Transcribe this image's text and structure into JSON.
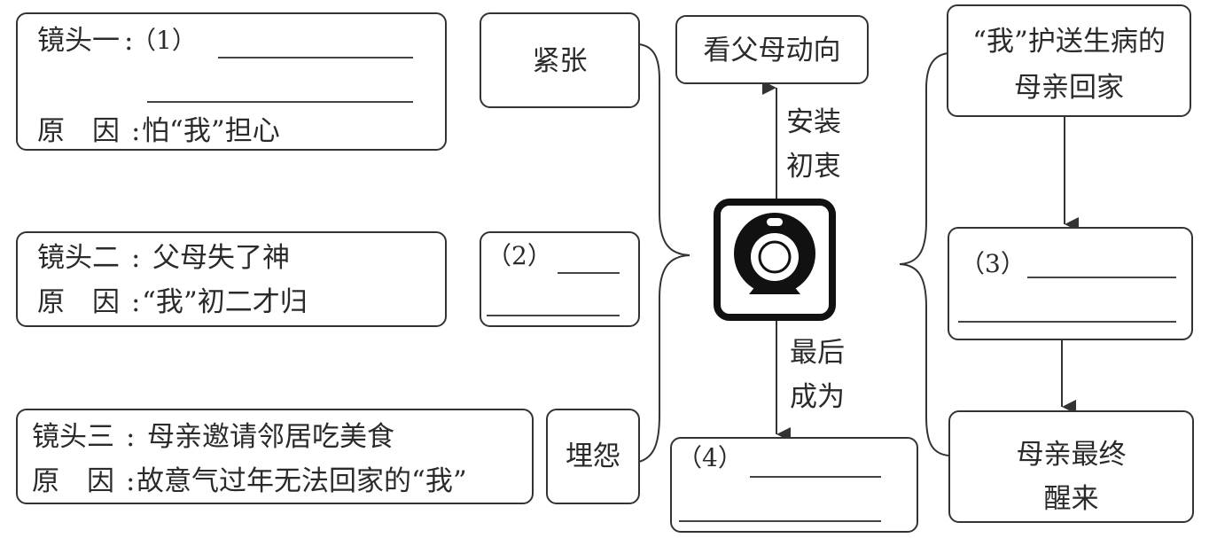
{
  "shots": [
    {
      "label": "镜头一",
      "colon": ":",
      "blank_number": "（1）",
      "reason_label": "原　因",
      "reason": "怕“我”担心"
    },
    {
      "label": "镜头二",
      "colon": ":",
      "content": "父母失了神",
      "reason_label": "原　因",
      "reason": "“我”初二才归"
    },
    {
      "label": "镜头三",
      "colon": ":",
      "content": "母亲邀请邻居吃美食",
      "reason_label": "原　因",
      "reason": "故意气过年无法回家的“我”"
    }
  ],
  "feelings": {
    "first": "紧张",
    "second_blank": "（2）",
    "third": "埋怨"
  },
  "center": {
    "icon": "webcam-icon",
    "top_box": "看父母动向",
    "top_arrow_label_line1": "安装",
    "top_arrow_label_line2": "初衷",
    "bottom_arrow_label_line1": "最后",
    "bottom_arrow_label_line2": "成为",
    "bottom_blank": "（4）"
  },
  "right_chain": {
    "step1_line1": "“我”护送生病的",
    "step1_line2": "母亲回家",
    "step2_blank": "（3）",
    "step3_line1": "母亲最终",
    "step3_line2": "醒来"
  }
}
